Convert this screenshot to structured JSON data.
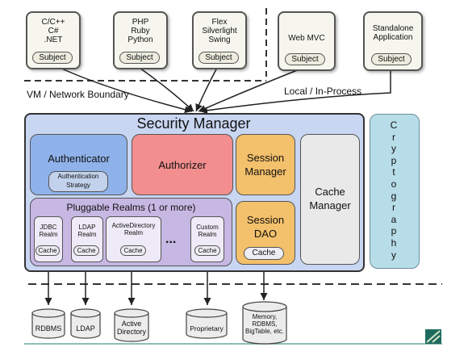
{
  "clients": [
    {
      "label": "C/C++\nC#\n.NET",
      "subject": "Subject"
    },
    {
      "label": "PHP\nRuby\nPython",
      "subject": "Subject"
    },
    {
      "label": "Flex\nSilverlight\nSwing",
      "subject": "Subject"
    },
    {
      "label": "Web MVC",
      "subject": "Subject"
    },
    {
      "label": "Standalone\nApplication",
      "subject": "Subject"
    }
  ],
  "boundaries": {
    "network": "VM / Network Boundary",
    "local": "Local / In-Process"
  },
  "security_manager": {
    "title": "Security Manager",
    "authenticator": "Authenticator",
    "authentication_strategy": "Authentication\nStrategy",
    "authorizer": "Authorizer",
    "session_manager": "Session\nManager",
    "cache_manager": "Cache\nManager",
    "session_dao": "Session\nDAO",
    "session_dao_cache": "Cache",
    "pluggable_realms": "Pluggable Realms (1 or more)",
    "realms": [
      {
        "label": "JDBC\nRealm",
        "cache": "Cache"
      },
      {
        "label": "LDAP\nRealm",
        "cache": "Cache"
      },
      {
        "label": "ActiveDirectory\nRealm",
        "cache": "Cache"
      },
      {
        "label": "Custom\nRealm",
        "cache": "Cache"
      }
    ],
    "ellipsis": "..."
  },
  "cryptography": [
    "C",
    "r",
    "y",
    "p",
    "t",
    "o",
    "g",
    "r",
    "a",
    "p",
    "h",
    "y"
  ],
  "datastores": [
    "RDBMS",
    "LDAP",
    "Active\nDirectory",
    "Proprietary",
    "Memory,\nRDBMS,\nBigTable, etc."
  ],
  "colors": {
    "security_manager": "#c9d6f2",
    "authenticator": "#8fb2ea",
    "authorizer": "#f28e8e",
    "session": "#f3c06b",
    "cache_manager": "#e9e9e9",
    "realms": "#c7b7e3",
    "cryptography": "#b7dde9"
  }
}
